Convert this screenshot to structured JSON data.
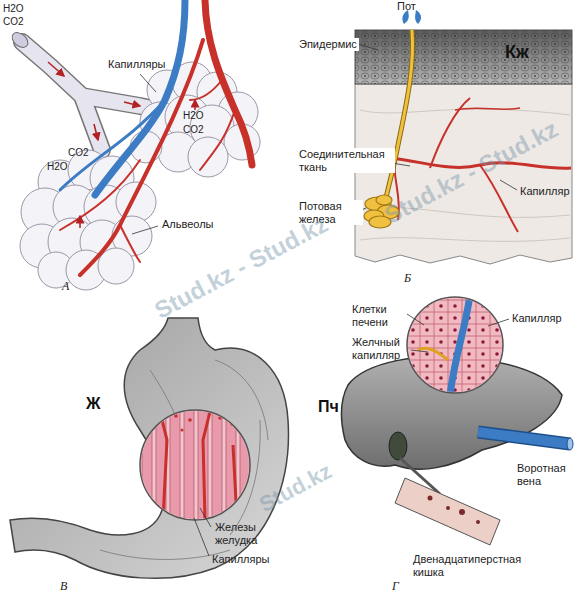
{
  "diagram": {
    "labels": [
      "H2O",
      "CO2",
      "Капилляры",
      "H2O",
      "CO2",
      "CO2",
      "H2O",
      "Альвеолы",
      "А",
      "Пот",
      "Эпидермис",
      "Кж",
      "Соединительная ткань",
      "Капилляр",
      "Потовая железа",
      "Б",
      "Ж",
      "Железы желудка",
      "Капилляры",
      "В",
      "Клетки печени",
      "Капилляр",
      "Желчный капилляр",
      "Пч",
      "Воротная вена",
      "Двенадцатиперстная кишка",
      "Г",
      "Stud.kz - Stud.kz",
      "Stud.kz - Stud.kz",
      "Stud.kz"
    ]
  }
}
